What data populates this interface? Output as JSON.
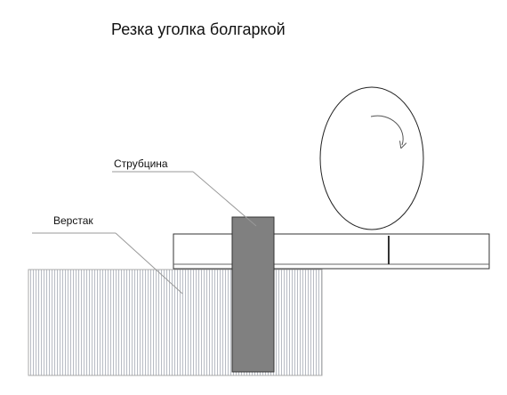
{
  "title": "Резка уголка болгаркой",
  "labels": {
    "clamp": "Струбцина",
    "workbench": "Верстак"
  },
  "colors": {
    "clamp_fill": "#808080",
    "hatch": "#b8bcc4",
    "outline": "#333333",
    "leader": "#999999"
  },
  "icons": {
    "rotation": "curved-arrow-icon"
  }
}
